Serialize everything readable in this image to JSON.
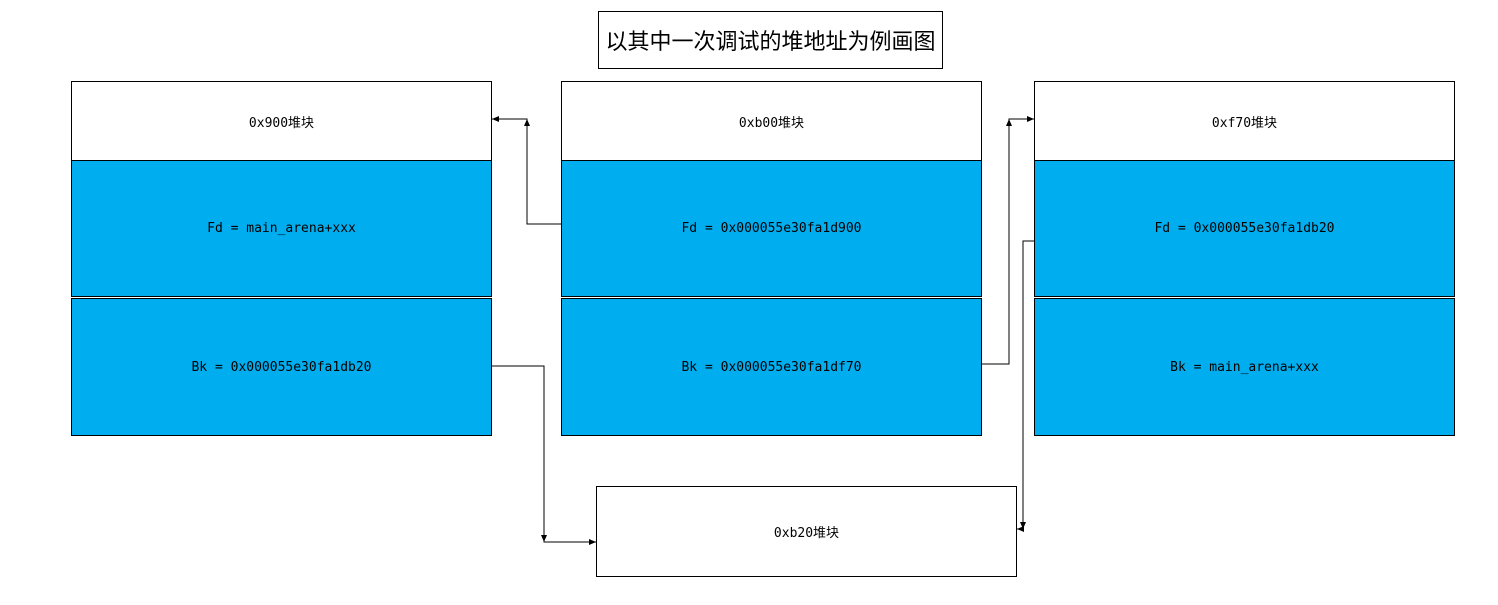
{
  "title": "以其中一次调试的堆地址为例画图",
  "chunks": [
    {
      "header": "0x900堆块",
      "fd": "Fd = main_arena+xxx",
      "bk": "Bk = 0x000055e30fa1db20"
    },
    {
      "header": "0xb00堆块",
      "fd": "Fd = 0x000055e30fa1d900",
      "bk": "Bk = 0x000055e30fa1df70"
    },
    {
      "header": "0xf70堆块",
      "fd": "Fd = 0x000055e30fa1db20",
      "bk": "Bk = main_arena+xxx"
    }
  ],
  "bottom_chunk": {
    "header": "0xb20堆块"
  },
  "colors": {
    "field_fill": "#00aeef",
    "header_fill": "#ffffff",
    "line": "#000000"
  }
}
